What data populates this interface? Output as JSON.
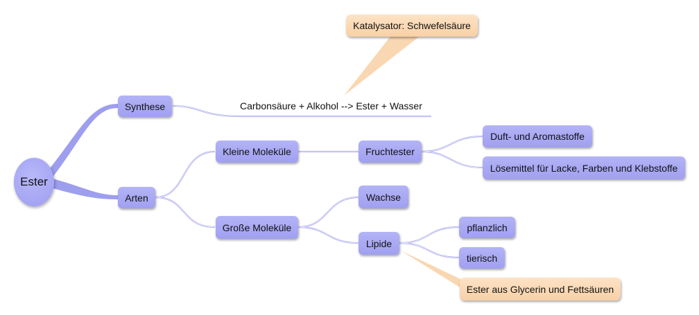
{
  "diagram": {
    "root": "Ester",
    "synthese": "Synthese",
    "reaction": "Carbonsäure + Alkohol --> Ester + Wasser",
    "catalyst": "Katalysator: Schwefelsäure",
    "arten": "Arten",
    "kleine": "Kleine Moleküle",
    "fruchtester": "Fruchtester",
    "duft": "Duft- und Aromastoffe",
    "loesemittel": "Lösemittel für Lacke, Farben und Klebstoffe",
    "grosse": "Große Moleküle",
    "wachse": "Wachse",
    "lipide": "Lipide",
    "pflanzlich": "pflanzlich",
    "tierisch": "tierisch",
    "lipide_note": "Ester aus Glycerin und Fettsäuren"
  },
  "colors": {
    "node": "#a8a8f4",
    "link": "#a6a6ee",
    "callout": "#f9d7b2"
  }
}
